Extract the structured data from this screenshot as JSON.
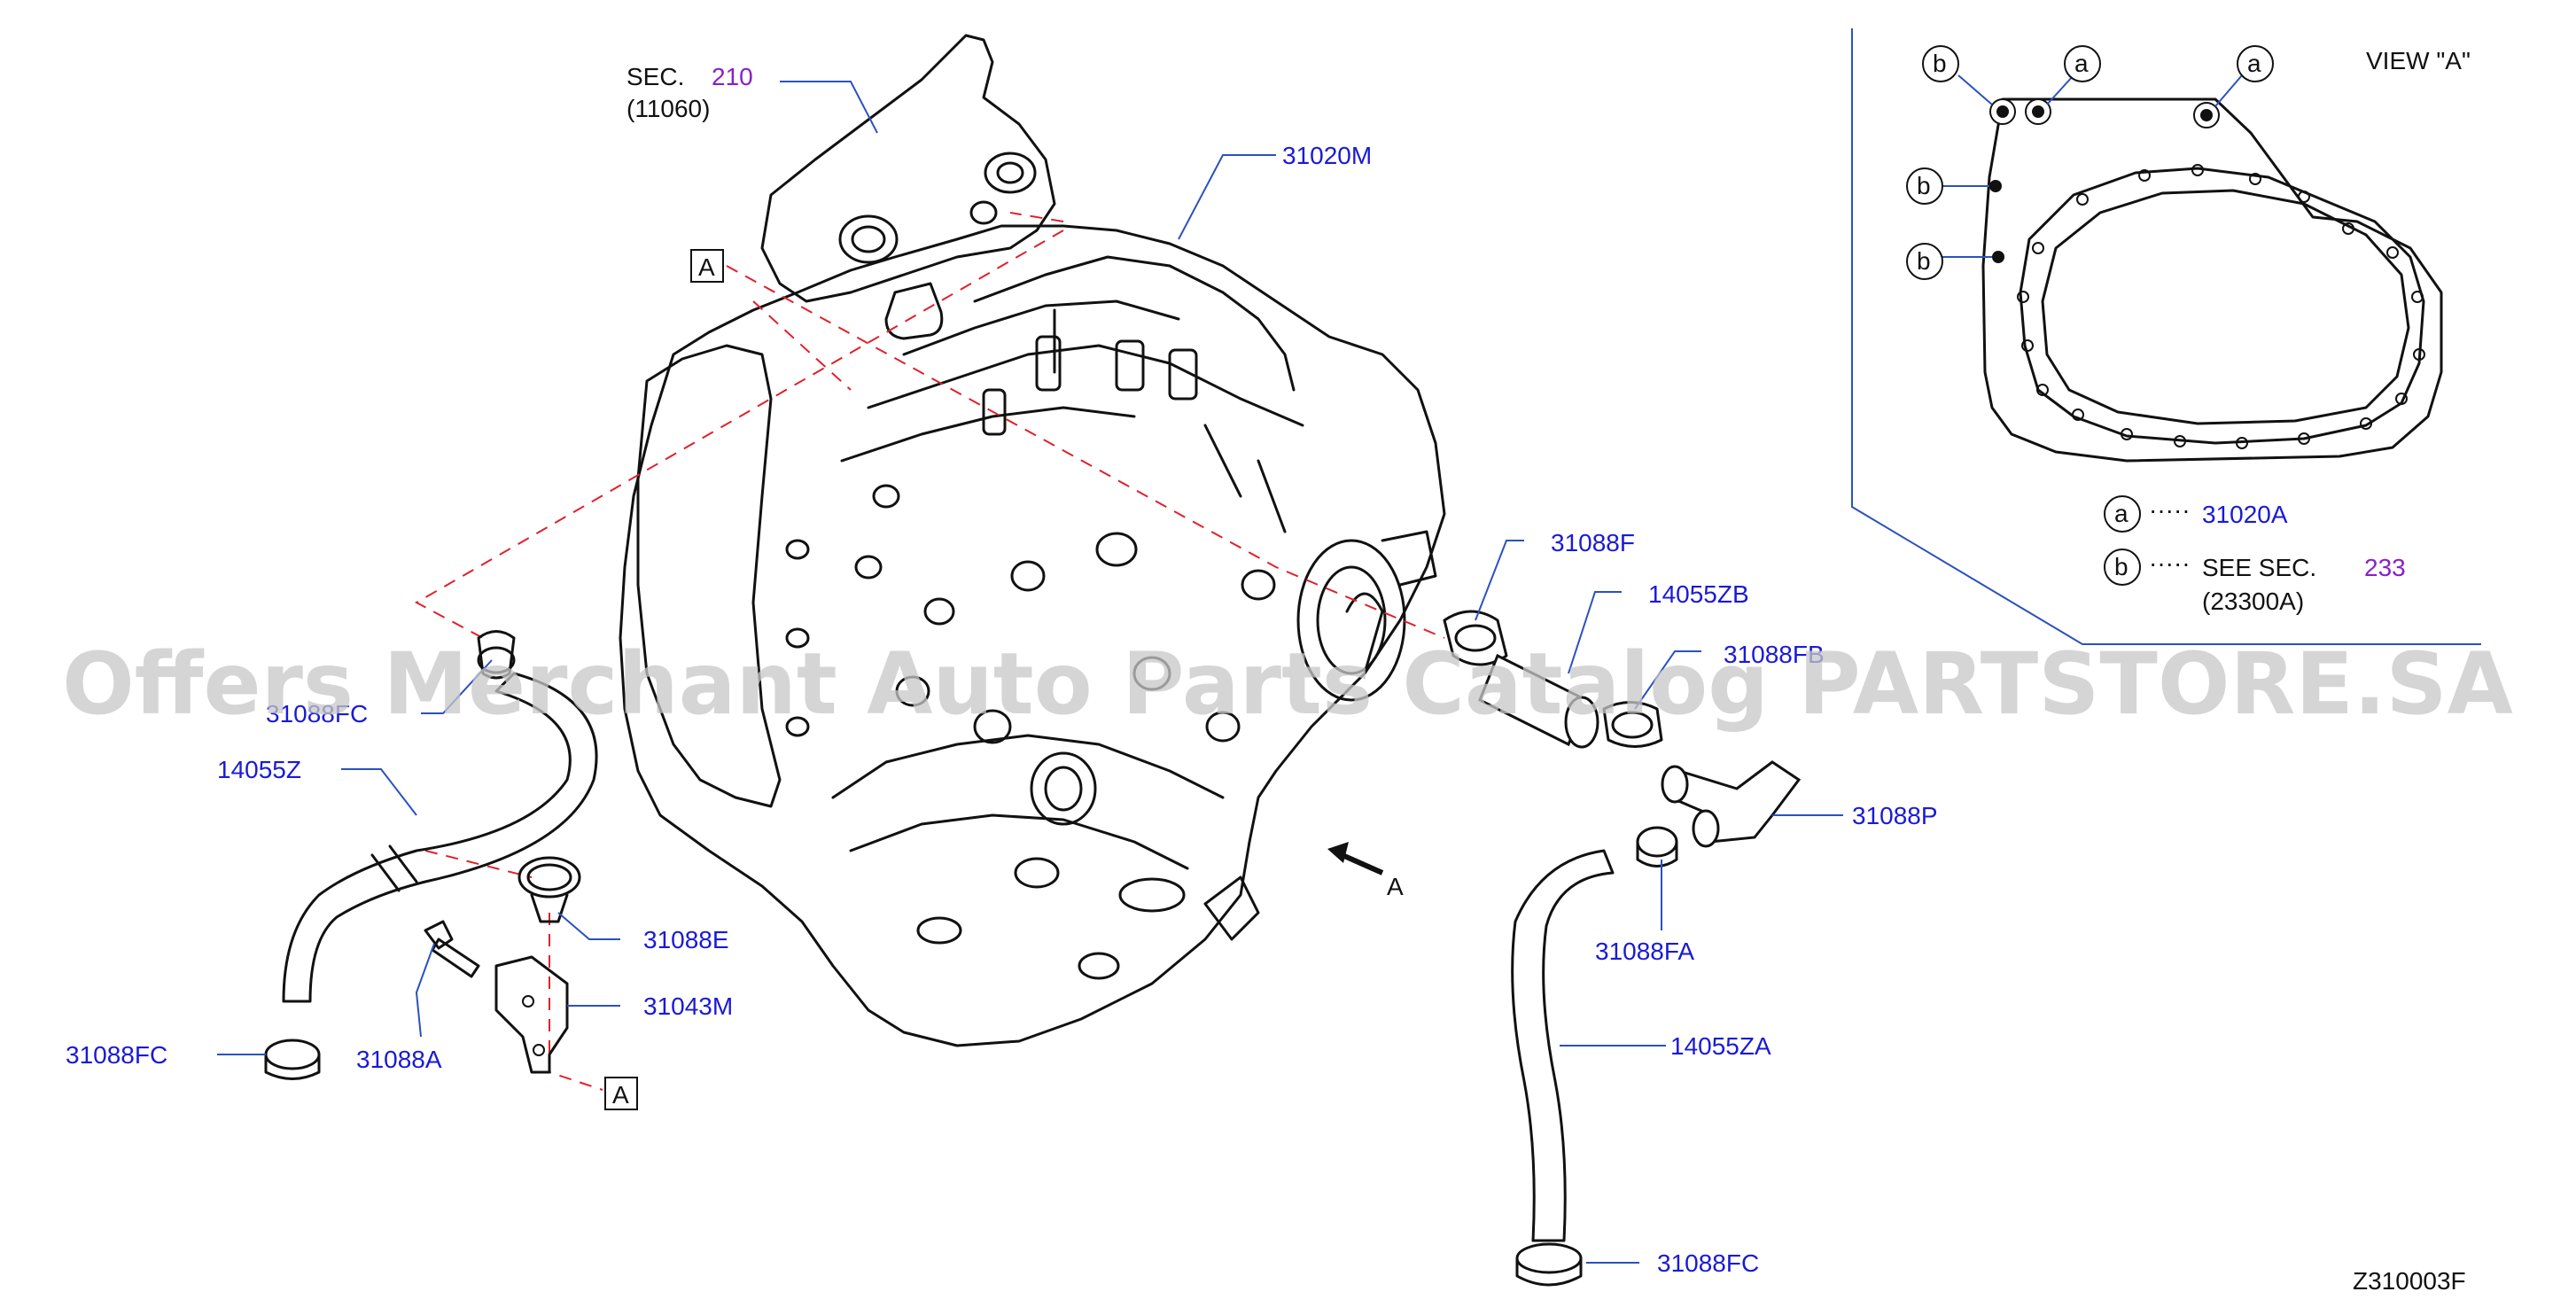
{
  "watermark": "Offers Merchant Auto Parts Catalog PARTSTORE.SA",
  "diagram_id": "Z310003F",
  "sec_ref": {
    "prefix": "SEC.",
    "number": "210",
    "sub": "(11060)"
  },
  "view": {
    "title": "VIEW   \"A\"",
    "arrow_label": "A",
    "ref_box": "A"
  },
  "legend": {
    "a_letter": "a",
    "b_letter": "b",
    "dots": "·····",
    "a_part": "31020A",
    "b_text": "SEE   SEC.",
    "b_sec": "233",
    "b_sub": "(23300A)"
  },
  "parts": {
    "p31020M": "31020M",
    "p31088F": "31088F",
    "p14055ZB": "14055ZB",
    "p31088FB": "31088FB",
    "p31088P": "31088P",
    "p31088FA": "31088FA",
    "p14055ZA": "14055ZA",
    "p31088FC_bottom": "31088FC",
    "p31088FC_top": "31088FC",
    "p14055Z": "14055Z",
    "p31088E": "31088E",
    "p31043M": "31043M",
    "p31088A": "31088A",
    "p31088FC_left": "31088FC"
  }
}
